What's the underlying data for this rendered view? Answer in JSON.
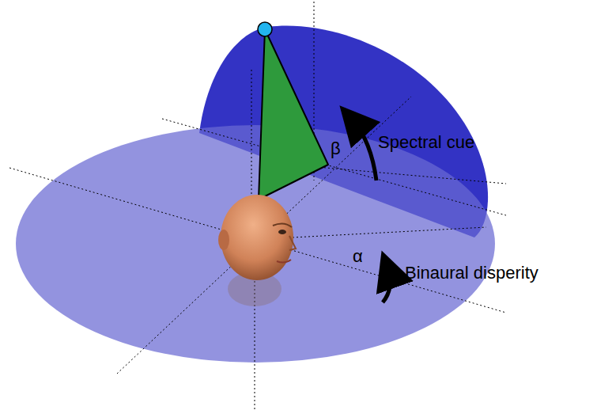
{
  "diagram": {
    "labels": [
      "Spectral cue",
      "β",
      "Binaural disperity",
      "α"
    ]
  }
}
